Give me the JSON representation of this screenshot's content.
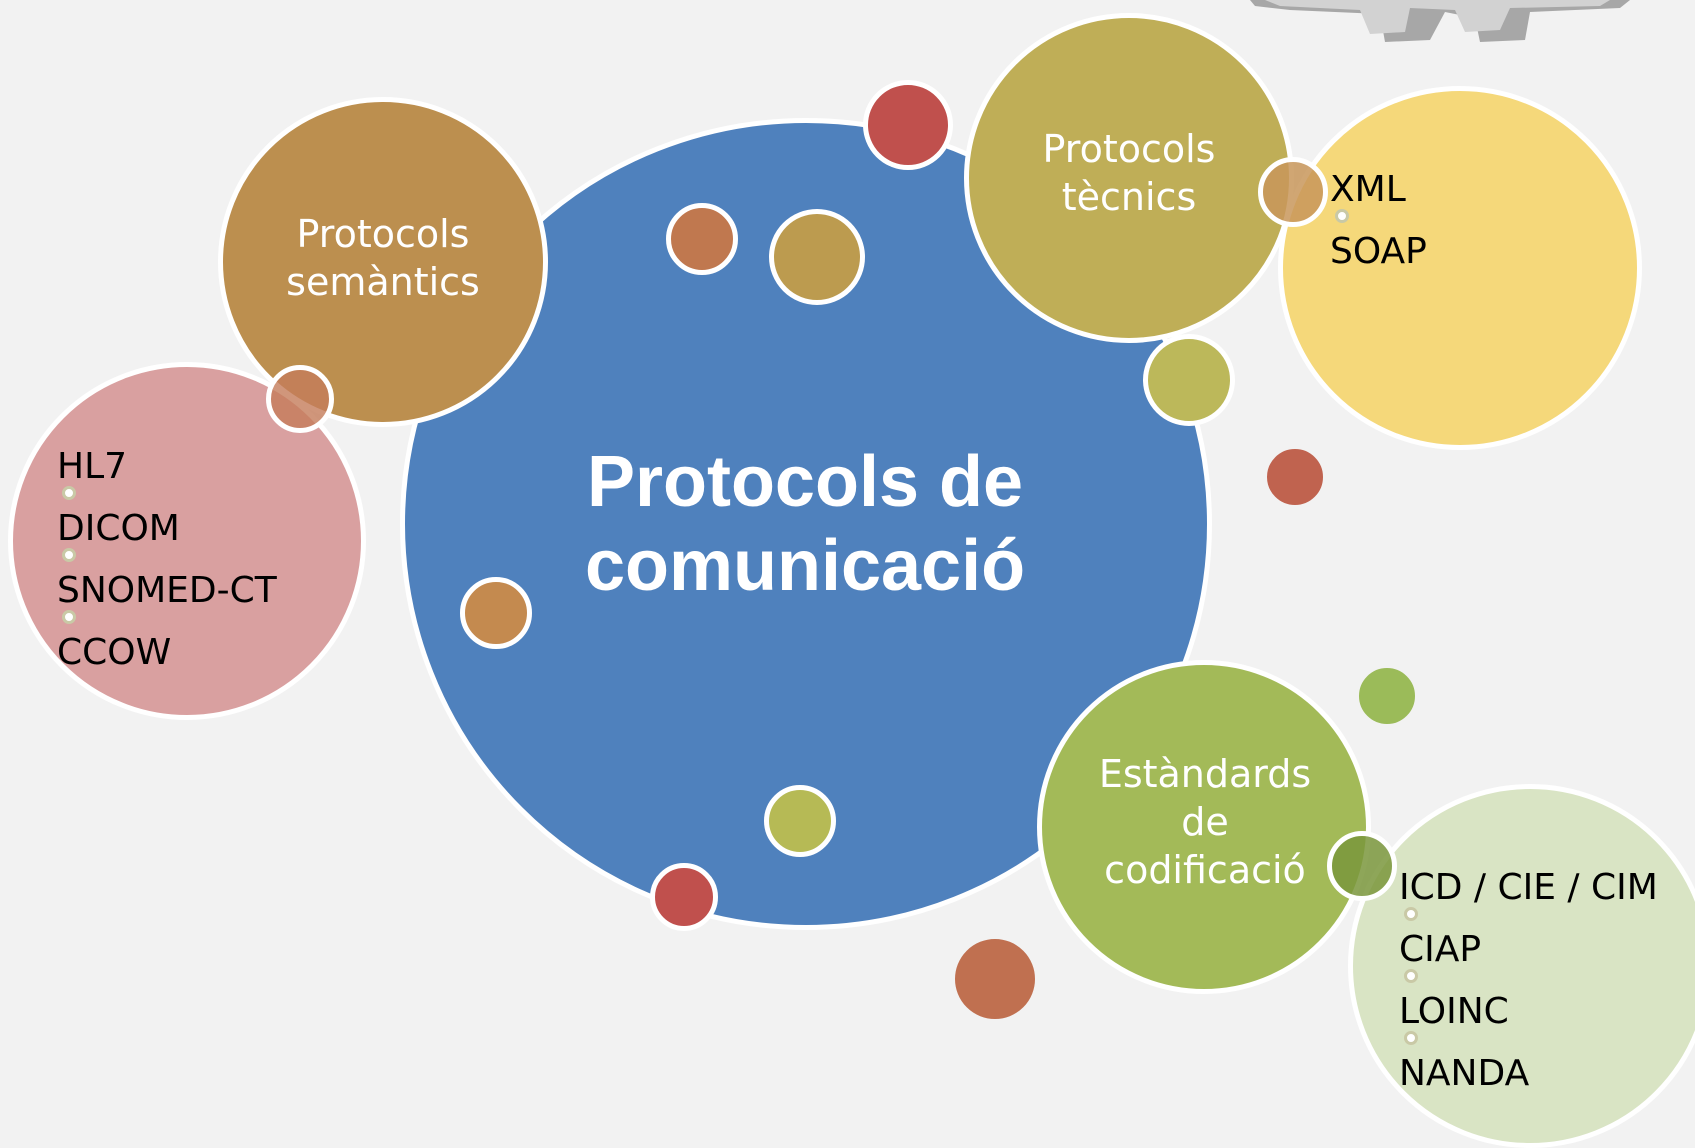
{
  "diagram": {
    "center_title_line1": "Protocols de",
    "center_title_line2": "comunicació",
    "categories": [
      {
        "id": "semantic",
        "label_line1": "Protocols",
        "label_line2": "semàntics",
        "color": "#bc8f4f",
        "items": [
          "HL7",
          "DICOM",
          "SNOMED-CT",
          "CCOW"
        ],
        "items_color": "#d9a0a0"
      },
      {
        "id": "technical",
        "label_line1": "Protocols",
        "label_line2": "tècnics",
        "color": "#bfae57",
        "items": [
          "XML",
          "SOAP"
        ],
        "items_color": "#f5d87a"
      },
      {
        "id": "coding",
        "label_line1": "Estàndards",
        "label_line2": "de",
        "label_line3": "codificació",
        "color": "#a3ba58",
        "items": [
          "ICD / CIE / CIM",
          "CIAP",
          "LOINC",
          "NANDA"
        ],
        "items_color": "#d9e4c4"
      }
    ],
    "colors": {
      "center": "#4f81bd",
      "background": "#f2f2f2",
      "red_dot": "#c0504d",
      "brown_dot": "#c0784f",
      "olive_dot": "#bcb85a",
      "green_dot": "#9bbb59"
    }
  }
}
